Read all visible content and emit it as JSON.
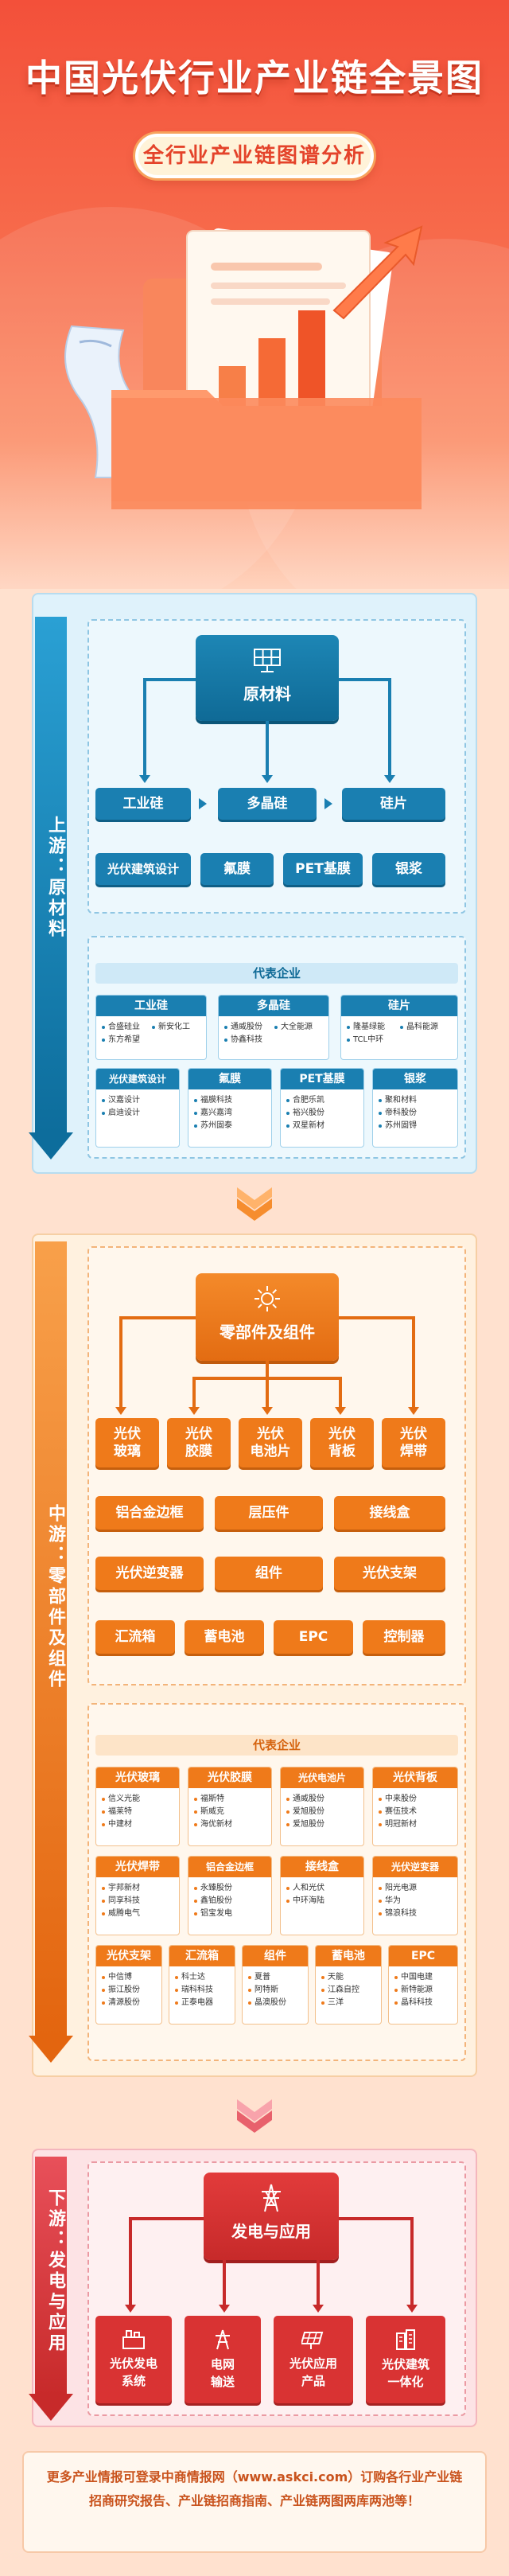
{
  "header": {
    "title": "中国光伏行业产业链全景图",
    "subtitle": "全行业产业链图谱分析"
  },
  "upstream": {
    "label": "上游：原材料",
    "hub": "原材料",
    "row1": [
      "工业硅",
      "多晶硅",
      "硅片"
    ],
    "row2": [
      "光伏建筑设计",
      "氟膜",
      "PET基膜",
      "银浆"
    ],
    "rep_title": "代表企业",
    "cards": [
      {
        "title": "工业硅",
        "items": [
          "合盛硅业",
          "新安化工",
          "东方希望"
        ]
      },
      {
        "title": "多晶硅",
        "items": [
          "通威股份",
          "大全能源",
          "协鑫科技"
        ]
      },
      {
        "title": "硅片",
        "items": [
          "隆基绿能",
          "晶科能源",
          "TCL中环"
        ]
      },
      {
        "title": "光伏建筑设计",
        "items": [
          "汉嘉设计",
          "启迪设计"
        ]
      },
      {
        "title": "氟膜",
        "items": [
          "福膜科技",
          "嘉兴嘉湾",
          "苏州固泰"
        ]
      },
      {
        "title": "PET基膜",
        "items": [
          "合肥乐凯",
          "裕兴股份",
          "双星新材"
        ]
      },
      {
        "title": "银浆",
        "items": [
          "聚和材料",
          "帝科股份",
          "苏州固锝"
        ]
      }
    ]
  },
  "midstream": {
    "label": "中游：零部件及组件",
    "hub": "零部件及组件",
    "row1": [
      "光伏\n玻璃",
      "光伏\n胶膜",
      "光伏\n电池片",
      "光伏\n背板",
      "光伏\n焊带"
    ],
    "row2": [
      "铝合金边框",
      "层压件",
      "接线盒"
    ],
    "row3": [
      "光伏逆变器",
      "组件",
      "光伏支架"
    ],
    "row4": [
      "汇流箱",
      "蓄电池",
      "EPC",
      "控制器"
    ],
    "rep_title": "代表企业",
    "cards": [
      {
        "title": "光伏玻璃",
        "items": [
          "信义光能",
          "福莱特",
          "中建材"
        ]
      },
      {
        "title": "光伏胶膜",
        "items": [
          "福斯特",
          "斯威克",
          "海优新材"
        ]
      },
      {
        "title": "光伏电池片",
        "items": [
          "通威股份",
          "爱旭股份",
          "爱旭股份"
        ]
      },
      {
        "title": "光伏背板",
        "items": [
          "中来股份",
          "赛伍技术",
          "明冠新材"
        ]
      },
      {
        "title": "光伏焊带",
        "items": [
          "宇邦新材",
          "同享科技",
          "威腾电气"
        ]
      },
      {
        "title": "铝合金边框",
        "items": [
          "永臻股份",
          "鑫铂股份",
          "铝宝发电"
        ]
      },
      {
        "title": "接线盒",
        "items": [
          "人和光伏",
          "中环海陆"
        ]
      },
      {
        "title": "光伏逆变器",
        "items": [
          "阳光电源",
          "华为",
          "锦浪科技"
        ]
      },
      {
        "title": "光伏支架",
        "items": [
          "中信博",
          "振江股份",
          "清源股份"
        ]
      },
      {
        "title": "汇流箱",
        "items": [
          "科士达",
          "瑞科科技",
          "正泰电器"
        ]
      },
      {
        "title": "组件",
        "items": [
          "夏普",
          "阿特斯",
          "晶澳股份"
        ]
      },
      {
        "title": "蓄电池",
        "items": [
          "天能",
          "江森自控",
          "三洋"
        ]
      },
      {
        "title": "EPC",
        "items": [
          "中国电建",
          "新特能源",
          "晶科科技"
        ]
      }
    ]
  },
  "downstream": {
    "label": "下游：发电与应用",
    "hub": "发电与应用",
    "row1": [
      "光伏发电\n系统",
      "电网\n输送",
      "光伏应用\n产品",
      "光伏建筑\n一体化"
    ]
  },
  "footer": {
    "text": "更多产业情报可登录中商情报网（www.askci.com）订购各行业产业链招商研究报告、产业链招商指南、产业链两图两库两池等！"
  },
  "colors": {
    "blue": "#1a7fb1",
    "orange": "#ef7a1a",
    "red": "#d93333",
    "header_red": "#f3503a"
  }
}
